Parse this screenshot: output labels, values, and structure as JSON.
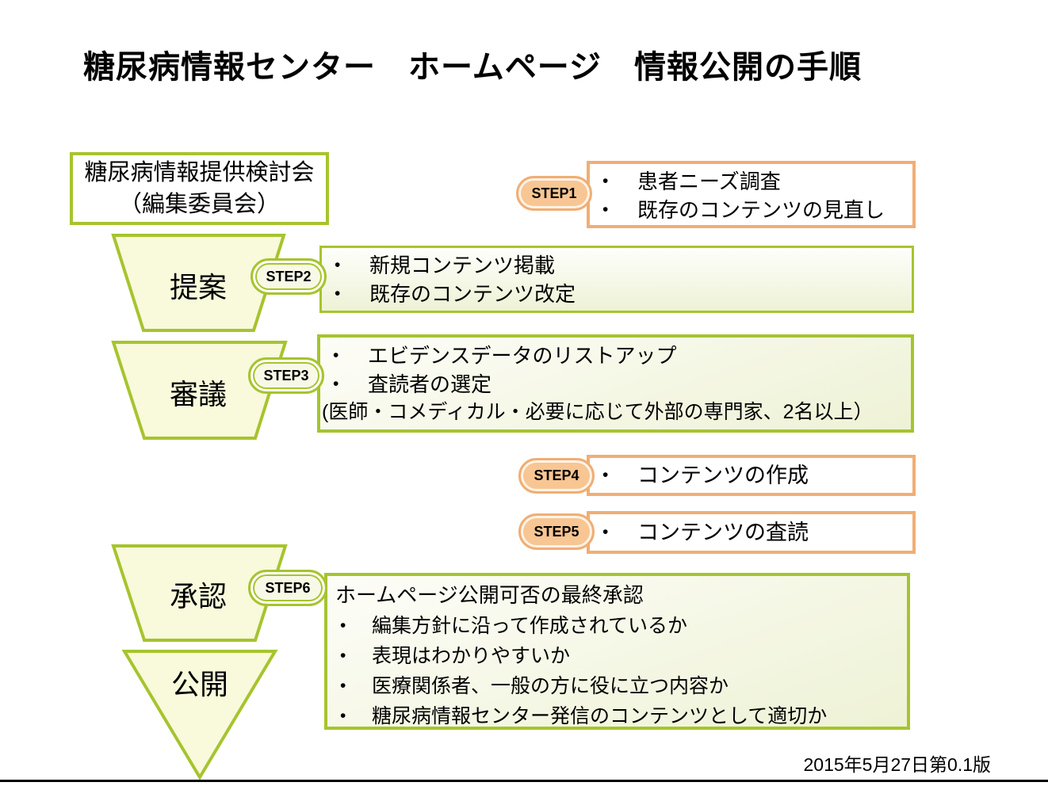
{
  "slide": {
    "title": "糖尿病情報センター　ホームページ　情報公開の手順",
    "version_date": "2015年5月27日第0.1版"
  },
  "committee_box": {
    "line1": "糖尿病情報提供検討会",
    "line2": "（編集委員会）"
  },
  "funnel": {
    "stages": [
      {
        "label": "提案"
      },
      {
        "label": "審議"
      },
      {
        "label": "承認"
      },
      {
        "label": "公開"
      }
    ]
  },
  "steps": [
    {
      "id": "STEP1",
      "bullets": [
        "患者ニーズ調査",
        "既存のコンテンツの見直し"
      ]
    },
    {
      "id": "STEP2",
      "bullets": [
        "新規コンテンツ掲載",
        "既存のコンテンツ改定"
      ]
    },
    {
      "id": "STEP3",
      "bullets": [
        "エビデンスデータのリストアップ",
        "査読者の選定"
      ],
      "note": "(医師・コメディカル・必要に応じて外部の専門家、2名以上）"
    },
    {
      "id": "STEP4",
      "bullets": [
        "コンテンツの作成"
      ]
    },
    {
      "id": "STEP5",
      "bullets": [
        "コンテンツの査読"
      ]
    },
    {
      "id": "STEP6",
      "heading": "ホームページ公開可否の最終承認",
      "bullets": [
        "編集方針に沿って作成されているか",
        "表現はわかりやすいか",
        "医療関係者、一般の方に役に立つ内容か",
        "糖尿病情報センター発信のコンテンツとして適切か"
      ]
    }
  ],
  "colors": {
    "accent_green": "#a6c42e",
    "stage_fill": "#f9f9dc",
    "accent_orange": "#f0ae74",
    "orange_pill_fill": "#f7c693",
    "bottom_rule": "#000000"
  }
}
